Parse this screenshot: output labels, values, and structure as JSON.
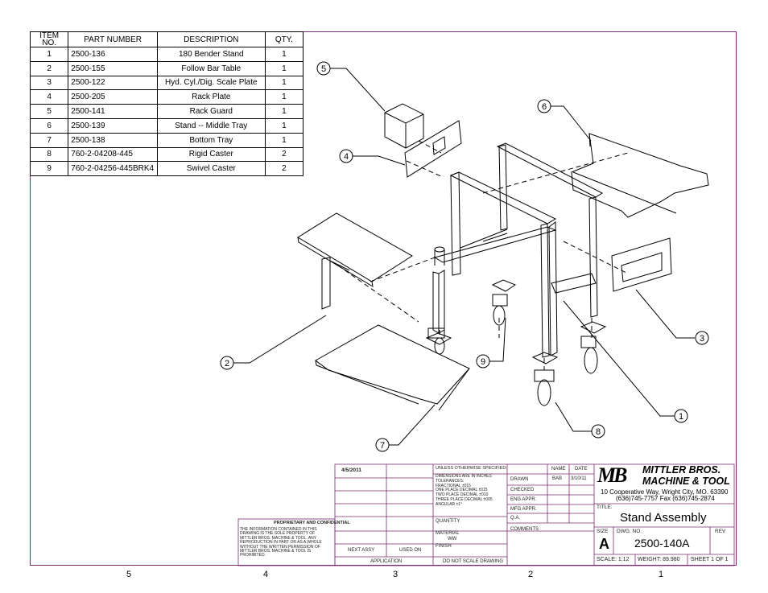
{
  "bom": {
    "headers": {
      "item_no": "ITEM NO.",
      "part_number": "PART NUMBER",
      "description": "DESCRIPTION",
      "qty": "QTY."
    },
    "rows": [
      {
        "item": "1",
        "part": "2500-136",
        "desc": "180 Bender Stand",
        "qty": "1"
      },
      {
        "item": "2",
        "part": "2500-155",
        "desc": "Follow Bar Table",
        "qty": "1"
      },
      {
        "item": "3",
        "part": "2500-122",
        "desc": "Hyd. Cyl./Dig. Scale Plate",
        "qty": "1"
      },
      {
        "item": "4",
        "part": "2500-205",
        "desc": "Rack Plate",
        "qty": "1"
      },
      {
        "item": "5",
        "part": "2500-141",
        "desc": "Rack Guard",
        "qty": "1"
      },
      {
        "item": "6",
        "part": "2500-139",
        "desc": "Stand -- Middle Tray",
        "qty": "1"
      },
      {
        "item": "7",
        "part": "2500-138",
        "desc": "Bottom Tray",
        "qty": "1"
      },
      {
        "item": "8",
        "part": "760-2-04208-445",
        "desc": "Rigid Caster",
        "qty": "2"
      },
      {
        "item": "9",
        "part": "760-2-04256-445BRK4",
        "desc": "Swivel Caster",
        "qty": "2"
      }
    ]
  },
  "balloons": [
    "1",
    "2",
    "3",
    "4",
    "5",
    "6",
    "7",
    "8",
    "9"
  ],
  "zones": [
    "5",
    "4",
    "3",
    "2",
    "1"
  ],
  "proprietary": {
    "title": "PROPRIETARY AND CONFIDENTIAL",
    "lines": [
      "THE INFORMATION CONTAINED IN THIS",
      "DRAWING IS THE SOLE PROPERTY OF",
      "MITTLER BROS. MACHINE & TOOL. ANY",
      "REPRODUCTION IN PART OR AS A WHOLE",
      "WITHOUT THE WRITTEN PERMISSION OF",
      "MITTLER BROS. MACHINE & TOOL IS",
      "PROHIBITED."
    ]
  },
  "title_block": {
    "date": "4/5/2011",
    "next_assy": "NEXT ASSY",
    "used_on": "USED ON",
    "application": "APPLICATION",
    "unless": "UNLESS OTHERWISE SPECIFIED:",
    "tolerances": [
      "DIMENSIONS ARE IN INCHES",
      "TOLERANCES:",
      "FRACTIONAL      ±015",
      "ONE PLACE DECIMAL  ±015",
      "TWO PLACE DECIMAL  ±010",
      "THREE PLACE DECIMAL ±005",
      "ANGULAR         ±1°"
    ],
    "quantity": "QUANTITY",
    "material": "MATERIAL",
    "material_value": "WW",
    "finish": "FINISH",
    "do_not_scale": "DO NOT SCALE DRAWING",
    "name_header": "NAME",
    "date_header": "DATE",
    "drawn": "DRAWN",
    "drawn_name": "BAB",
    "drawn_date": "3/10/11",
    "checked": "CHECKED",
    "eng_appr": "ENG APPR.",
    "mfg_appr": "MFG APPR.",
    "qa": "Q.A.",
    "comments": "COMMENTS",
    "logo_mark": "MB",
    "company_line1": "MITTLER BROS.",
    "company_line2": "MACHINE & TOOL",
    "address": "10 Cooperative Way, Wright City, MO. 63390",
    "phone": "(636)745-7757  Fax (636)745-2874",
    "title_label": "TITLE:",
    "title_value": "Stand Assembly",
    "size_label": "SIZE",
    "size_value": "A",
    "dwg_no_label": "DWG.  NO.",
    "dwg_no_value": "2500-140A",
    "rev_label": "REV",
    "scale": "SCALE: 1:12",
    "weight": "WEIGHT: 89.980",
    "sheet": "SHEET 1 OF 1"
  },
  "colors": {
    "border": "#7a2a72",
    "line": "#000000"
  }
}
